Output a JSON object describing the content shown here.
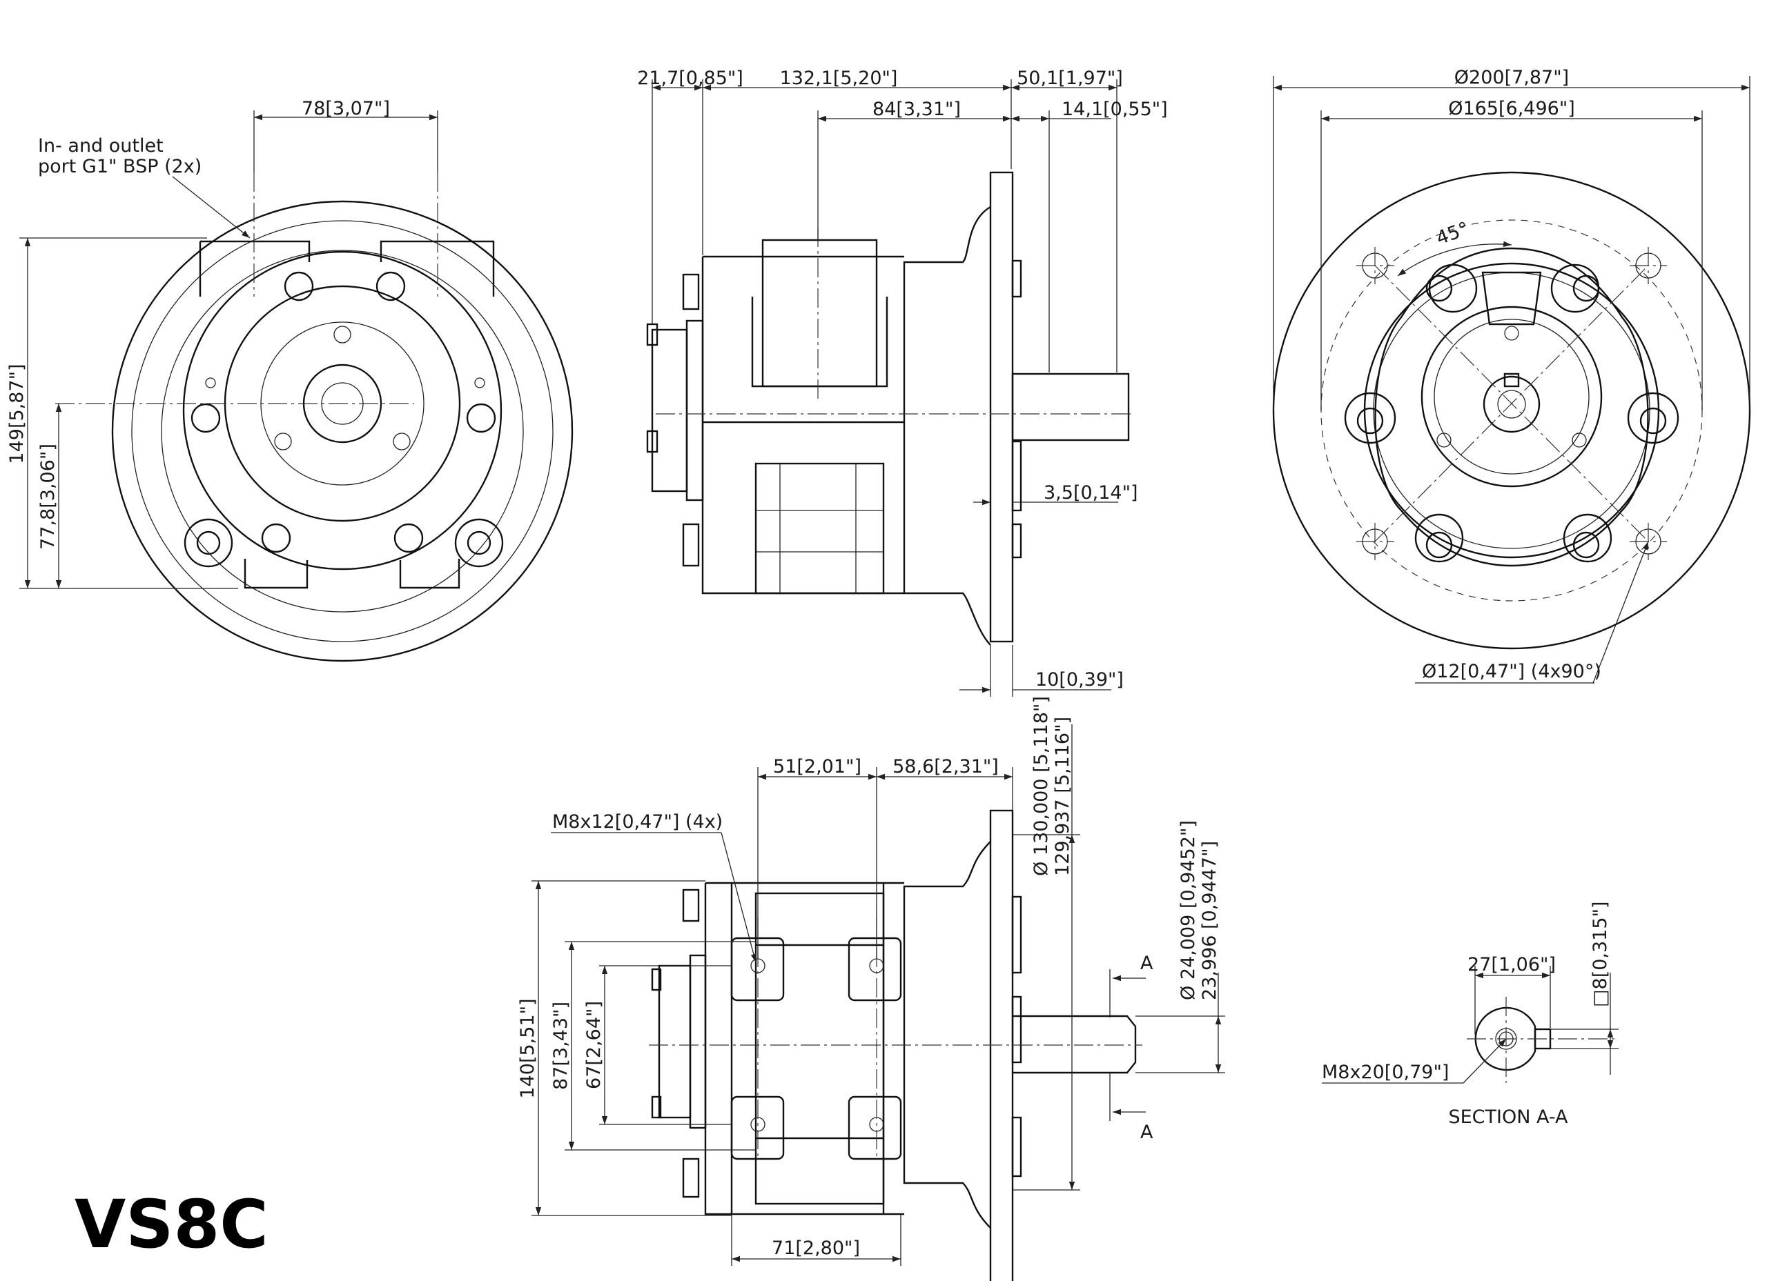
{
  "model": "VS8C",
  "notes": {
    "port_line1": "In- and outlet",
    "port_line2": "port G1\" BSP (2x)",
    "flange_holes": "Ø12[0,47\"] (4x90°)",
    "angle": "45°",
    "tapped_holes": "M8x12[0,47\"]  (4x)",
    "shaft_thread": "M8x20[0,79\"]",
    "section_label": "SECTION A-A",
    "cut_a_top": "A",
    "cut_a_bottom": "A"
  },
  "dimensions": {
    "front_width_78": "78[3,07\"]",
    "front_height_149": "149[5,87\"]",
    "front_height_778": "77,8[3,06\"]",
    "side_217": "21,7[0,85\"]",
    "side_1321": "132,1[5,20\"]",
    "side_501": "50,1[1,97\"]",
    "side_84": "84[3,31\"]",
    "side_141": "14,1[0,55\"]",
    "side_35": "3,5[0,14\"]",
    "side_10": "10[0,39\"]",
    "rear_d200": "Ø200[7,87\"]",
    "rear_d165": "Ø165[6,496\"]",
    "bottom_51": "51[2,01\"]",
    "bottom_586": "58,6[2,31\"]",
    "bottom_140": "140[5,51\"]",
    "bottom_87": "87[3,43\"]",
    "bottom_67": "67[2,64\"]",
    "bottom_71": "71[2,80\"]",
    "pilot_d_max": "Ø 130,000 [5,118\"]",
    "pilot_d_min": "129,937 [5,116\"]",
    "shaft_d_max": "Ø 24,009 [0,9452\"]",
    "shaft_d_min": "23,996 [0,9447\"]",
    "section_27": "27[1,06\"]",
    "section_key": "□8[0,315\"]"
  }
}
